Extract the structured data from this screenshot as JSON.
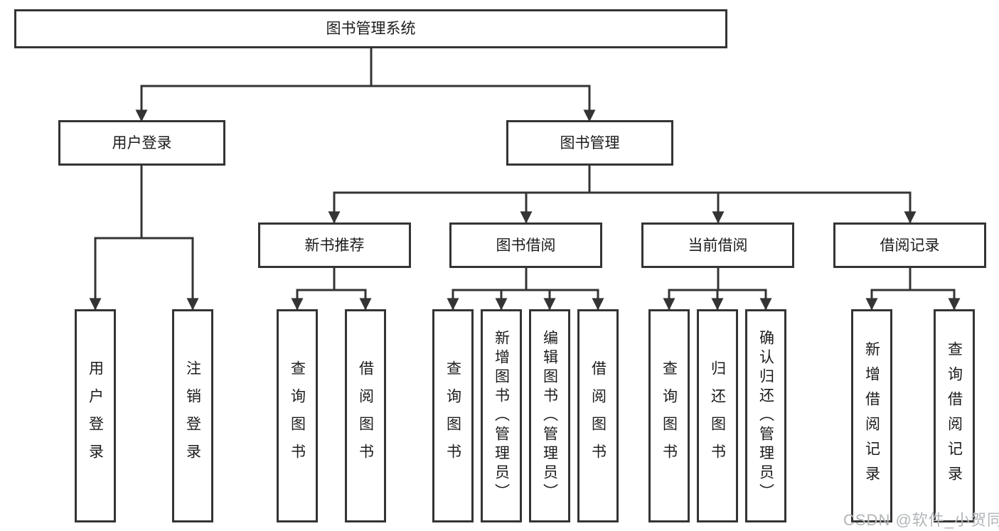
{
  "diagram": {
    "title": "图书管理系统",
    "colors": {
      "line": "#343434",
      "text": "#1c1c1c",
      "background": "#ffffff",
      "watermark": "#b2b6b9"
    },
    "level2": {
      "user_login": {
        "label": "用户登录"
      },
      "book_mgmt": {
        "label": "图书管理"
      }
    },
    "level3": {
      "new_books": {
        "label": "新书推荐"
      },
      "book_borrow": {
        "label": "图书借阅"
      },
      "current_borrow": {
        "label": "当前借阅"
      },
      "borrow_records": {
        "label": "借阅记录"
      }
    },
    "leaves": {
      "user_login": [
        "用户登录",
        "注销登录"
      ],
      "new_books": [
        "查询图书",
        "借阅图书"
      ],
      "book_borrow": [
        "查询图书",
        "新增图书（管理员）",
        "编辑图书（管理员）",
        "借阅图书"
      ],
      "current_borrow": [
        "查询图书",
        "归还图书",
        "确认归还（管理员）"
      ],
      "borrow_records": [
        "新增借阅记录",
        "查询借阅记录"
      ]
    },
    "watermark": "CSDN @软件_小贺同学"
  }
}
